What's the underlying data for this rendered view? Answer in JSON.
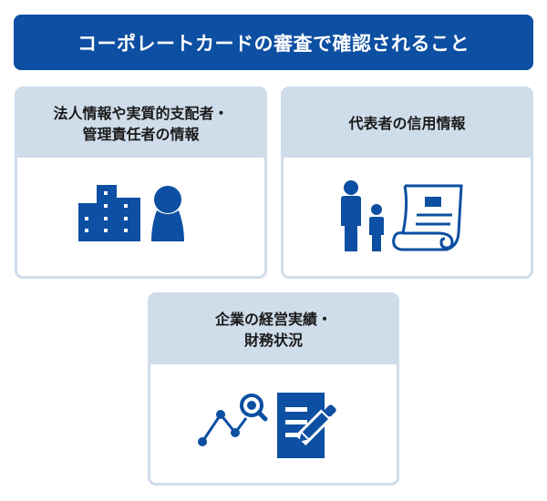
{
  "title": "コーポレートカードの審査で確認されること",
  "colors": {
    "primary": "#0d4fa2",
    "card_header_bg": "#cfdcea",
    "card_border": "#cfdcea",
    "text": "#1a1a1a"
  },
  "cards": [
    {
      "label": "法人情報や実質的支配者・\n管理責任者の情報",
      "icons": [
        "building-icon",
        "person-icon"
      ]
    },
    {
      "label": "代表者の信用情報",
      "icons": [
        "adult-child-icon",
        "document-scroll-icon"
      ]
    },
    {
      "label": "企業の経営実績・\n財務状況",
      "icons": [
        "chart-magnifier-icon",
        "document-pencil-icon"
      ]
    }
  ]
}
